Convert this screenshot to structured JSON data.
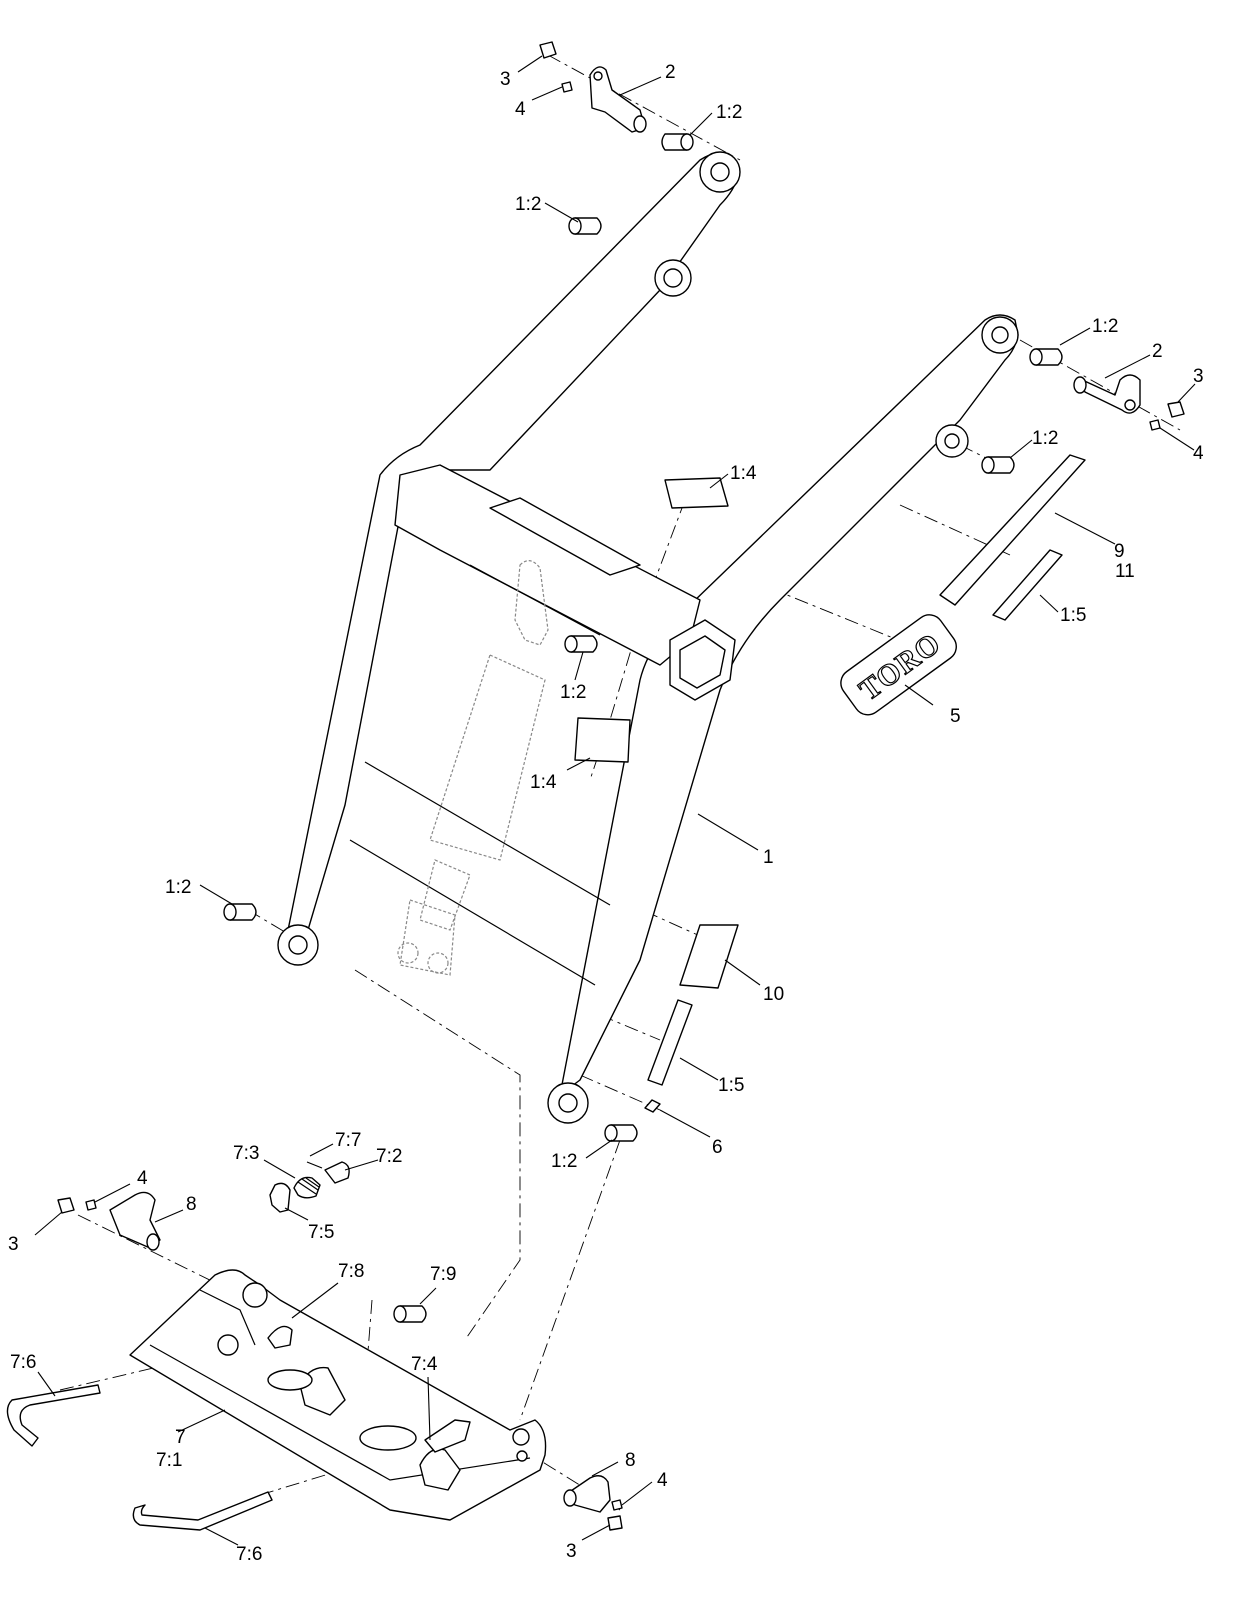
{
  "diagram": {
    "decal_brand_text": "TORO",
    "callouts": {
      "c_3_top": "3",
      "c_4_top": "4",
      "c_2_top": "2",
      "c_12_top": "1:2",
      "c_12_upper_left": "1:2",
      "c_12_right": "1:2",
      "c_2_right": "2",
      "c_3_right": "3",
      "c_4_right": "4",
      "c_12_mid_right": "1:2",
      "c_14_top": "1:4",
      "c_9": "9",
      "c_11": "11",
      "c_15_right": "1:5",
      "c_5": "5",
      "c_12_cyl": "1:2",
      "c_14_mid": "1:4",
      "c_1": "1",
      "c_12_left": "1:2",
      "c_10": "10",
      "c_15_lower": "1:5",
      "c_6": "6",
      "c_12_bottom": "1:2",
      "c_77": "7:7",
      "c_73": "7:3",
      "c_72": "7:2",
      "c_4_lower_left": "4",
      "c_8_left": "8",
      "c_3_lower_left": "3",
      "c_75": "7:5",
      "c_78": "7:8",
      "c_79": "7:9",
      "c_76_left": "7:6",
      "c_74": "7:4",
      "c_7": "7",
      "c_71": "7:1",
      "c_8_right": "8",
      "c_4_lower_right": "4",
      "c_3_lower_right": "3",
      "c_76_bottom": "7:6"
    }
  }
}
